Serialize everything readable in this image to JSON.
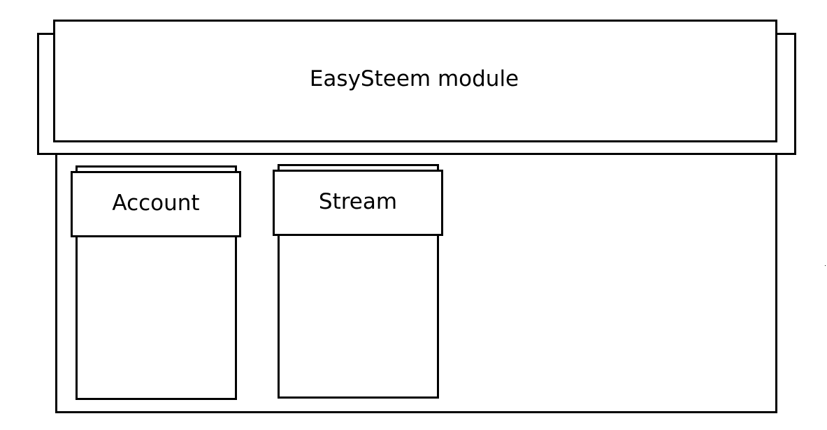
{
  "diagram": {
    "module": {
      "title": "EasySteem module"
    },
    "components": [
      {
        "label": "Account"
      },
      {
        "label": "Stream"
      }
    ],
    "colors": {
      "stroke": "#000000",
      "fill": "#ffffff"
    }
  }
}
